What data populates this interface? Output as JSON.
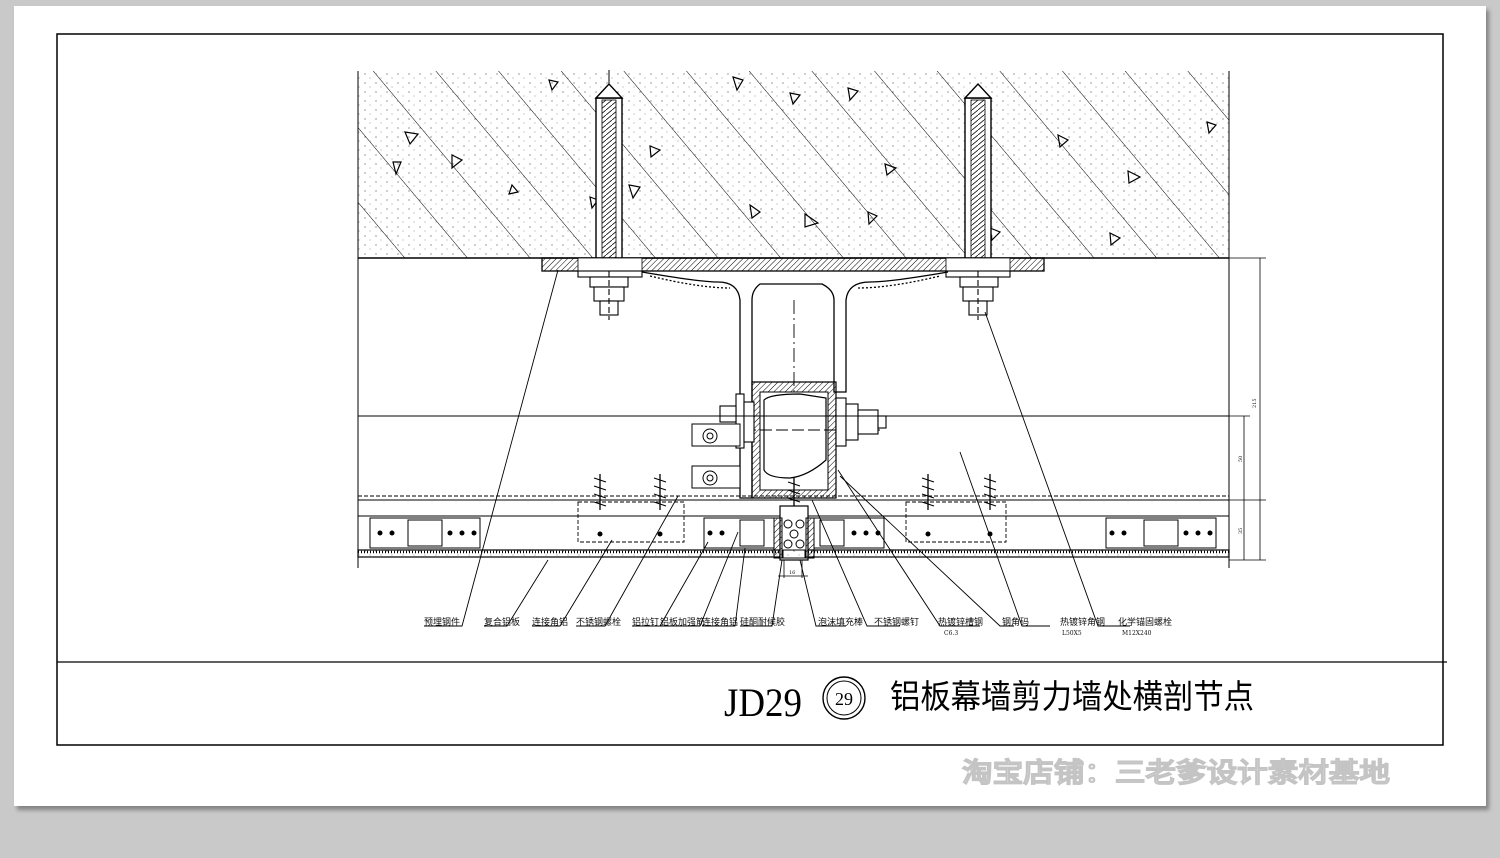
{
  "drawing": {
    "code": "JD29",
    "number": "29",
    "title": "铝板幕墙剪力墙处横剖节点"
  },
  "callouts": [
    {
      "text": "预埋钢件"
    },
    {
      "text": "复合铝板"
    },
    {
      "text": "连接角铝"
    },
    {
      "text": "不锈钢螺栓"
    },
    {
      "text": "铝拉钉"
    },
    {
      "text": "铝板加强筋"
    },
    {
      "text": "连接角铝"
    },
    {
      "text": "硅酮耐候胶"
    },
    {
      "text": "泡沫填充棒"
    },
    {
      "text": "不锈钢螺钉"
    },
    {
      "text": "热镀锌槽钢",
      "sub": "C6.3"
    },
    {
      "text": "钢角码"
    },
    {
      "text": "热镀锌角钢",
      "sub": "L50X5"
    },
    {
      "text": "化学锚固螺栓",
      "sub": "M12X240"
    }
  ],
  "dimensions": [
    "215",
    "50",
    "35",
    "16"
  ],
  "watermark": "淘宝店铺：三老爹设计素材基地"
}
